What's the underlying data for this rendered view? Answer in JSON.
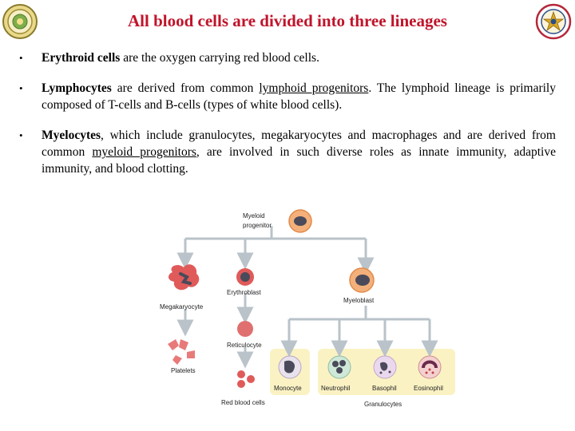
{
  "header": {
    "title": "All blood cells are divided into three lineages",
    "left_logo": "university-seal-icon",
    "right_logo": "college-emblem-icon"
  },
  "bullets": [
    {
      "term": "Erythroid cells",
      "text_1": " are the oxygen carrying red blood cells."
    },
    {
      "term": "Lymphocytes",
      "text_1": " are derived from common ",
      "link": "lymphoid progenitors",
      "text_2": ". The lymphoid lineage is primarily composed of T-cells and B-cells (types of white blood cells)."
    },
    {
      "term": "Myelocytes",
      "text_1": ", which include granulocytes, megakaryocytes and macrophages and are derived from common ",
      "link": "myeloid progenitors",
      "text_2": ", are involved in such diverse roles as innate immunity, adaptive immunity, and blood clotting."
    }
  ],
  "diagram": {
    "myeloid_progenitor_1": "Myeloid",
    "myeloid_progenitor_2": "progenitor",
    "erythroblast": "Erythroblast",
    "megakaryocyte": "Megakaryocyte",
    "myeloblast": "Myeloblast",
    "reticulocyte": "Reticulocyte",
    "platelets": "Platelets",
    "red_blood_cells": "Red blood cells",
    "monocyte": "Monocyte",
    "neutrophil": "Neutrophil",
    "basophil": "Basophil",
    "eosinophil": "Eosinophil",
    "granulocytes": "Granulocytes",
    "colors": {
      "arrow": "#b9c3c9",
      "highlight": "#fbf2c4",
      "red": "#e05a5a",
      "orange": "#f4b07a",
      "nucleus": "#4a4a5a"
    }
  }
}
